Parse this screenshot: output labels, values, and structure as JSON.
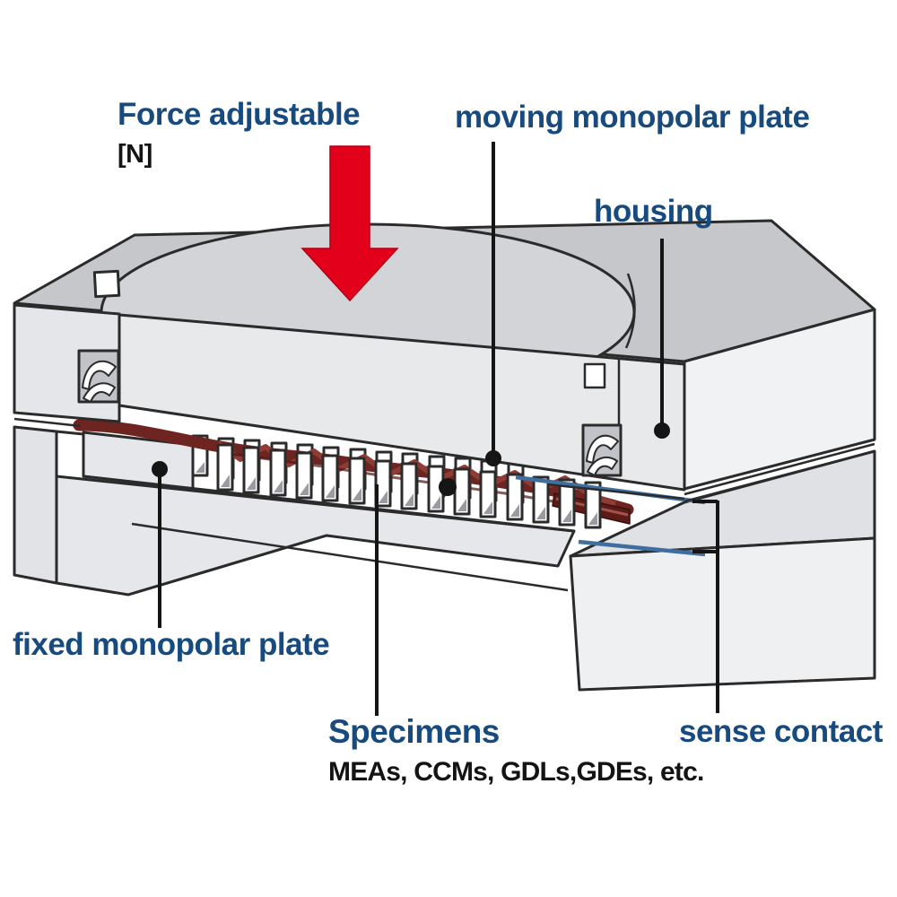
{
  "labels": {
    "force": {
      "text": "Force adjustable",
      "unit": "[N]"
    },
    "moving_plate": "moving monopolar plate",
    "housing": "housing",
    "fixed_plate": "fixed monopolar plate",
    "specimens": {
      "title": "Specimens",
      "detail": "MEAs, CCMs, GDLs,GDEs, etc."
    },
    "sense_contact": "sense contact"
  },
  "icons": {
    "force_arrow": "red-down-arrow",
    "spring_contact": "contact-spring-clip"
  },
  "colors": {
    "label_blue": "#174a7e",
    "text_black": "#141414",
    "arrow_red": "#e2001a",
    "specimen_red": "#6e2420",
    "sense_wire_blue": "#3f6fa0",
    "metal_light": "#e8e9eb",
    "metal_top": "#c6c7cb",
    "outline": "#2b2b2b"
  }
}
